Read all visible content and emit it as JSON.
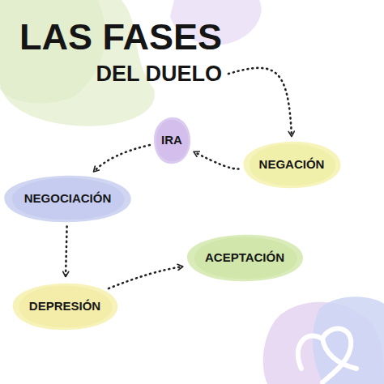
{
  "diagram": {
    "title": "LAS FASES DEL DUELO",
    "nodes": [
      {
        "text": [
          "IRA"
        ]
      },
      {
        "text": [
          "NEGACIÓN"
        ]
      },
      {
        "text": [
          "NEGOCIACIÓN"
        ]
      },
      {
        "text": [
          "ACEPTACIÓN"
        ]
      },
      {
        "text": [
          "DEPRESIÓN"
        ]
      }
    ],
    "edges": [
      {
        "from": 1,
        "to": 0,
        "arrow": "to"
      },
      {
        "from": 0,
        "to": 2,
        "arrow": "to"
      },
      {
        "from": 2,
        "to": 4,
        "arrow": "to"
      },
      {
        "from": 4,
        "to": 3,
        "arrow": "to"
      }
    ]
  }
}
